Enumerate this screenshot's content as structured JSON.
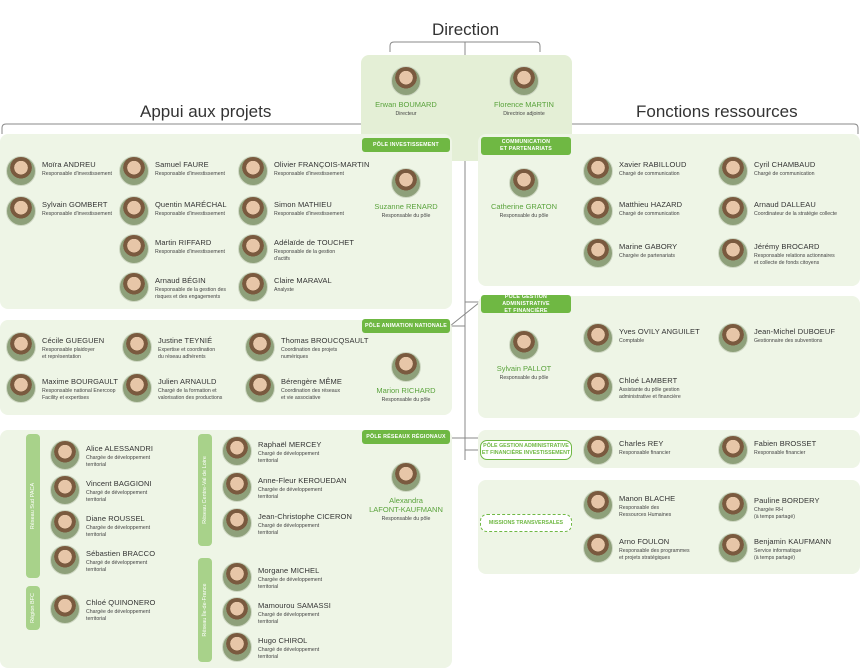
{
  "headers": {
    "direction": "Direction",
    "appui": "Appui aux projets",
    "fonctions": "Fonctions ressources"
  },
  "direction": [
    {
      "name": "Erwan BOUMARD",
      "role": "Directeur"
    },
    {
      "name": "Florence MARTIN",
      "role": "Directrice adjointe"
    }
  ],
  "poles": {
    "investissement": "Pôle investissement",
    "communication": "Communication\net partenariats",
    "animation": "Pôle animation nationale",
    "gestion": "Pôle gestion administrative\net financière",
    "reseaux": "Pôle réseaux régionaux",
    "gestion_invest": "Pôle gestion administrative\net financière investissement",
    "missions": "Missions transversales"
  },
  "investissement": {
    "lead": {
      "name": "Suzanne RENARD",
      "role": "Responsable du pôle"
    },
    "members": [
      {
        "name": "Moïra ANDREU",
        "role": "Responsable d'investissement"
      },
      {
        "name": "Samuel FAURE",
        "role": "Responsable d'investissement"
      },
      {
        "name": "Olivier FRANÇOIS-MARTIN",
        "role": "Responsable d'investissement"
      },
      {
        "name": "Sylvain GOMBERT",
        "role": "Responsable d'investissement"
      },
      {
        "name": "Quentin MARÉCHAL",
        "role": "Responsable d'investissement"
      },
      {
        "name": "Simon MATHIEU",
        "role": "Responsable d'investissement"
      },
      {
        "name": "Martin RIFFARD",
        "role": "Responsable d'investissement"
      },
      {
        "name": "Adélaïde de TOUCHET",
        "role": "Responsable de la gestion\nd'actifs"
      },
      {
        "name": "Arnaud BÉGIN",
        "role": "Responsable de la gestion des\nrisques et des engagements"
      },
      {
        "name": "Claire MARAVAL",
        "role": "Analyste"
      }
    ]
  },
  "animation": {
    "lead": {
      "name": "Marion RICHARD",
      "role": "Responsable du pôle"
    },
    "members": [
      {
        "name": "Cécile GUEGUEN",
        "role": "Responsable plaidoyer\net représentation"
      },
      {
        "name": "Justine TEYNIÉ",
        "role": "Expertise et coordination\ndu réseau adhérents"
      },
      {
        "name": "Thomas BROUCQSAULT",
        "role": "Coordination des projets\nnumériques"
      },
      {
        "name": "Maxime BOURGAULT",
        "role": "Responsable national Enercoop\nFacility et expertises"
      },
      {
        "name": "Julien ARNAULD",
        "role": "Chargé de la formation et\nvalorisation des productions"
      },
      {
        "name": "Bérengère MÊME",
        "role": "Coordination des réseaux\net vie associative"
      }
    ]
  },
  "reseaux": {
    "lead": {
      "name": "Alexandra\nLAFONT-KAUFMANN",
      "role": "Responsable du pôle"
    },
    "regions": [
      "Réseau Sud PACA",
      "Région BFC",
      "Réseau Centre-Val de Loire",
      "Réseau Île-de-France"
    ],
    "sud_paca": [
      {
        "name": "Alice ALESSANDRI",
        "role": "Chargée de développement\nterritorial"
      },
      {
        "name": "Vincent BAGGIONI",
        "role": "Chargé de développement\nterritorial"
      },
      {
        "name": "Diane ROUSSEL",
        "role": "Chargée de développement\nterritorial"
      },
      {
        "name": "Sébastien BRACCO",
        "role": "Chargé de développement\nterritorial"
      }
    ],
    "bfc": [
      {
        "name": "Chloé QUINONERO",
        "role": "Chargée de développement\nterritorial"
      }
    ],
    "centre": [
      {
        "name": "Raphaël MERCEY",
        "role": "Chargé de développement\nterritorial"
      },
      {
        "name": "Anne-Fleur KEROUEDAN",
        "role": "Chargée de développement\nterritorial"
      },
      {
        "name": "Jean-Christophe CICERON",
        "role": "Chargé de développement\nterritorial"
      }
    ],
    "idf": [
      {
        "name": "Morgane MICHEL",
        "role": "Chargée de développement\nterritorial"
      },
      {
        "name": "Mamourou SAMASSI",
        "role": "Chargé de développement\nterritorial"
      },
      {
        "name": "Hugo CHIROL",
        "role": "Chargé de développement\nterritorial"
      }
    ]
  },
  "communication": {
    "lead": {
      "name": "Catherine GRATON",
      "role": "Responsable du pôle"
    },
    "members": [
      {
        "name": "Xavier RABILLOUD",
        "role": "Chargé de communication"
      },
      {
        "name": "Cyril CHAMBAUD",
        "role": "Chargé de communication"
      },
      {
        "name": "Matthieu HAZARD",
        "role": "Chargé de communication"
      },
      {
        "name": "Arnaud DALLEAU",
        "role": "Coordinateur de la stratégie collecte"
      },
      {
        "name": "Marine GABORY",
        "role": "Chargée de partenariats"
      },
      {
        "name": "Jérémy BROCARD",
        "role": "Responsable relations actionnaires\net collecte de fonds citoyens"
      }
    ]
  },
  "gestion": {
    "lead": {
      "name": "Sylvain PALLOT",
      "role": "Responsable du pôle"
    },
    "members": [
      {
        "name": "Yves OVILY ANGUILET",
        "role": "Comptable"
      },
      {
        "name": "Jean-Michel DUBOEUF",
        "role": "Gestionnaire des subventions"
      },
      {
        "name": "Chloé LAMBERT",
        "role": "Assistante du pôle gestion\nadministrative et financière"
      }
    ]
  },
  "gestion_invest": {
    "members": [
      {
        "name": "Charles REY",
        "role": "Responsable financier"
      },
      {
        "name": "Fabien BROSSET",
        "role": "Responsable financier"
      }
    ]
  },
  "missions": {
    "members": [
      {
        "name": "Manon BLACHE",
        "role": "Responsable des\nRessources Humaines"
      },
      {
        "name": "Pauline BORDERY",
        "role": "Chargée RH\n(à temps partagé)"
      },
      {
        "name": "Arno FOULON",
        "role": "Responsable des programmes\net projets stratégiques"
      },
      {
        "name": "Benjamin KAUFMANN",
        "role": "Service informatique\n(à temps partagé)"
      }
    ]
  },
  "colors": {
    "accent": "#6fb843",
    "panel": "#eef5e6",
    "name_green": "#5aa33c"
  }
}
